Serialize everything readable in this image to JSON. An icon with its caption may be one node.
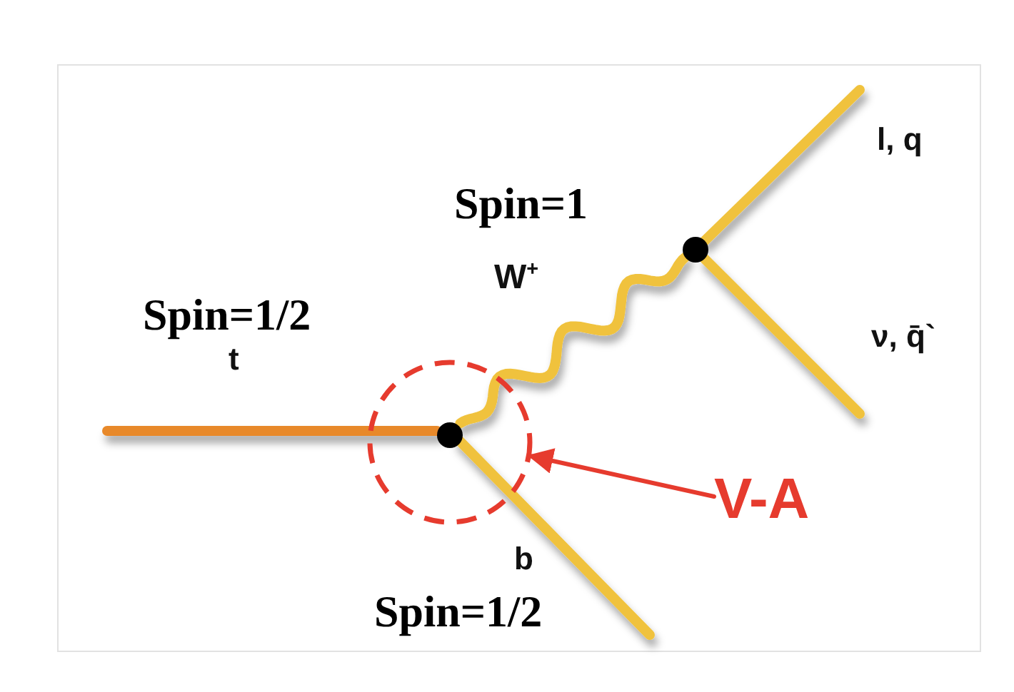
{
  "diagram": {
    "nodes": [
      {
        "text": [],
        "shape": "circle"
      },
      {
        "text": [],
        "shape": "circle",
        "in": 0
      },
      {
        "text": [],
        "shape": "circle"
      },
      {
        "text": [
          "V-A"
        ]
      }
    ],
    "edges": [
      {
        "from": null,
        "to": 1,
        "arrow": "none",
        "label": "t",
        "color": "#e8892a"
      },
      {
        "from": 1,
        "to": 2,
        "arrow": "none",
        "label": "W$^{+}$"
      },
      {
        "from": 1,
        "to": null,
        "arrow": "none",
        "label": "b"
      },
      {
        "from": 2,
        "to": null,
        "arrow": "none",
        "label": "l, q"
      },
      {
        "from": 2,
        "to": null,
        "arrow": "none",
        "label": "ν, q̄`"
      },
      {
        "from": 3,
        "to": 0,
        "arrow": "to",
        "color": "#e63b2e"
      }
    ],
    "labels": [
      "Spin=1/2",
      "Spin=1",
      "Spin=1/2"
    ]
  }
}
